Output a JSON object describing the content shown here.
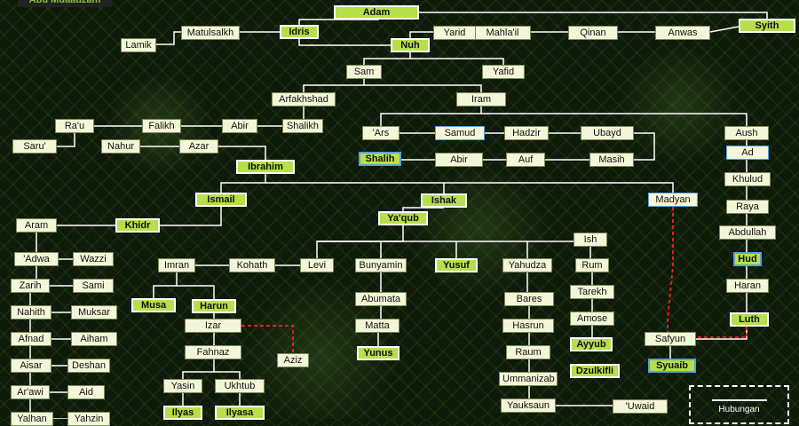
{
  "logo_text": "Abu Muaadzam",
  "legend": {
    "label": "Hubungan"
  },
  "people": {
    "adam": "Adam",
    "syith": "Syith",
    "anwas": "Anwas",
    "qinan": "Qinan",
    "mahlail": "Mahla'il",
    "yarid": "Yarid",
    "idris": "Idris",
    "matulsalkh": "Matulsalkh",
    "lamik": "Lamik",
    "nuh": "Nuh",
    "sam": "Sam",
    "yafid": "Yafid",
    "arfakhshad": "Arfakhshad",
    "iram": "Iram",
    "shalikh": "Shalikh",
    "abir": "Abir",
    "falikh": "Falikh",
    "rau": "Ra'u",
    "saru": "Saru'",
    "nahur": "Nahur",
    "azar": "Azar",
    "ibrahim": "Ibrahim",
    "ars": "'Ars",
    "samud": "Samud",
    "hadzir": "Hadzir",
    "ubayd": "Ubayd",
    "shalih": "Shalih",
    "abir2": "Abir",
    "auf": "Auf",
    "masih": "Masih",
    "aush": "Aush",
    "ad": "Ad",
    "khulud": "Khulud",
    "raya": "Raya",
    "abdullah": "Abdullah",
    "hud": "Hud",
    "haran": "Haran",
    "luth": "Luth",
    "ismail": "Ismail",
    "ishak": "Ishak",
    "madyan": "Madyan",
    "khidr": "Khidr",
    "aram": "Aram",
    "adwa": "'Adwa",
    "wazzi": "Wazzi",
    "zarih": "Zarih",
    "sami": "Sami",
    "nahith": "Nahith",
    "muksar": "Muksar",
    "afnad": "Afnad",
    "aiham": "Aiham",
    "aisar": "Aisar",
    "deshan": "Deshan",
    "arawi": "Ar'awi",
    "aid": "Aid",
    "yalhan": "Yalhan",
    "yahzin": "Yahzin",
    "yaqub": "Ya'qub",
    "imran": "Imran",
    "kohath": "Kohath",
    "levi": "Levi",
    "bunyamin": "Bunyamin",
    "yusuf": "Yusuf",
    "yahudza": "Yahudza",
    "ish": "Ish",
    "rum": "Rum",
    "tarekh": "Tarekh",
    "amose": "Amose",
    "ayyub": "Ayyub",
    "dzulkifli": "Dzulkifli",
    "musa": "Musa",
    "harun": "Harun",
    "izar": "Izar",
    "aziz": "Aziz",
    "fahnaz": "Fahnaz",
    "yasin": "Yasin",
    "ukhtub": "Ukhtub",
    "ilyas": "Ilyas",
    "ilyasa": "Ilyasa",
    "abumata": "Abumata",
    "matta": "Matta",
    "yunus": "Yunus",
    "bares": "Bares",
    "hasrun": "Hasrun",
    "raum": "Raum",
    "ummanizab": "Ummanizab",
    "yauksaun": "Yauksaun",
    "uwaid": "'Uwaid",
    "safyun": "Safyun",
    "syuaib": "Syuaib"
  },
  "prophets": [
    "adam",
    "syith",
    "idris",
    "nuh",
    "ibrahim",
    "shalih",
    "hud",
    "luth",
    "ismail",
    "ishak",
    "khidr",
    "yaqub",
    "yusuf",
    "musa",
    "harun",
    "ayyub",
    "dzulkifli",
    "yunus",
    "ilyas",
    "ilyasa",
    "syuaib"
  ],
  "tribes": [
    "samud",
    "ad",
    "madyan",
    "hud",
    "shalih",
    "syuaib"
  ],
  "colors": {
    "line": "#ffffff",
    "relation": "#e02020",
    "prophet_fill": "#b6df4a",
    "node_fill": "#f3f6d8",
    "tribe_border": "#5aa0d8"
  }
}
